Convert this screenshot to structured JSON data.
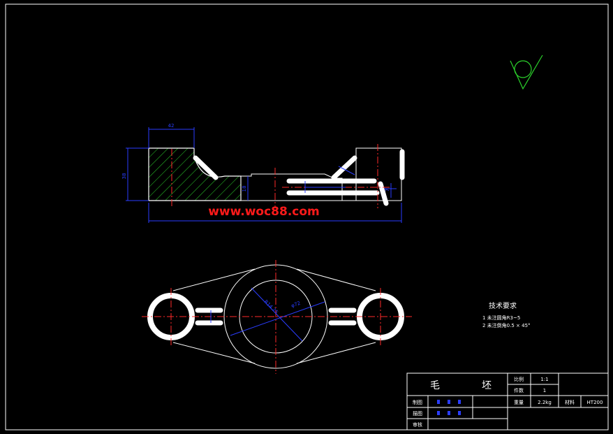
{
  "watermark": "www.woc88.com",
  "dimensions": {
    "top_width": "42",
    "left_height": "38",
    "mid_small": "18",
    "right_small": "7",
    "bore_radius": "R14.25",
    "center_circle": "φ72",
    "left_hole": "8"
  },
  "notes": {
    "title": "技术要求",
    "line1": "1 未注圆角R3~5",
    "line2": "2 未注倒角0.5 × 45°"
  },
  "title_block": {
    "part_name_1": "毛",
    "part_name_2": "坯",
    "scale_label": "比例",
    "scale_value": "1:1",
    "count_label": "件数",
    "count_value": "1",
    "weight_label": "重量",
    "weight_value": "2.2kg",
    "material_label": "材料",
    "material_value": "HT200",
    "draw_label": "制图",
    "draw_name": "",
    "check_label": "描图",
    "check_name": "",
    "review_label": "审核"
  },
  "colors": {
    "background": "#000000",
    "outline": "#ffffff",
    "dimension": "#2a3dff",
    "centerline": "#ff2a2a",
    "hatch": "#2bd12b",
    "watermark": "#ff1a1a"
  }
}
